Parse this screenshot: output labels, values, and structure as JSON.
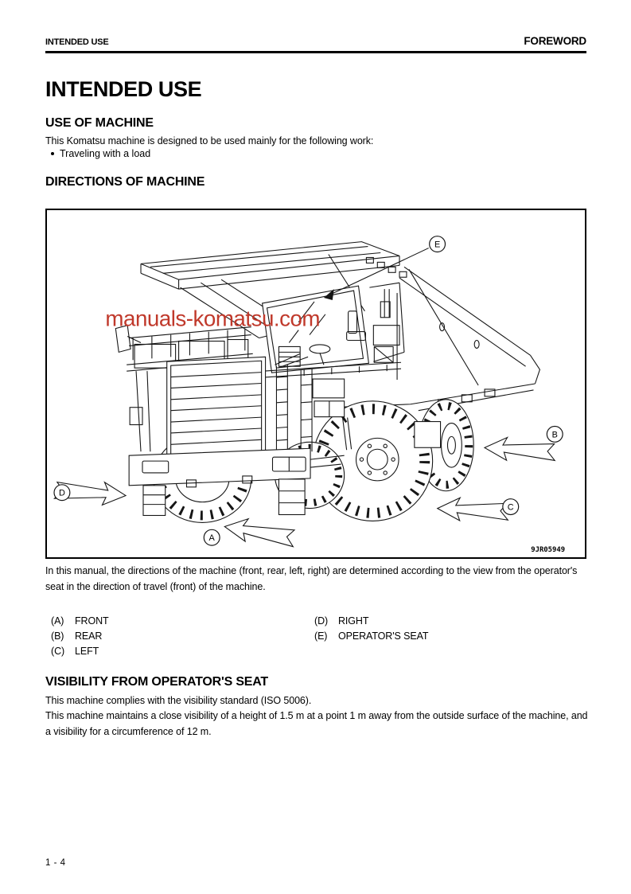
{
  "header": {
    "left": "INTENDED USE",
    "right": "FOREWORD"
  },
  "title": "INTENDED USE",
  "use_of_machine": {
    "heading": "USE OF MACHINE",
    "intro": "This Komatsu machine is designed to be used mainly for the following work:",
    "bullet": "Traveling with a load"
  },
  "directions": {
    "heading": "DIRECTIONS OF MACHINE",
    "figure": {
      "watermark": "manuals-komatsu.com",
      "code": "9JR05949",
      "labels": {
        "a": "A",
        "b": "B",
        "c": "C",
        "d": "D",
        "e": "E"
      }
    },
    "paragraph": "In this manual, the directions of the machine (front, rear, left, right) are determined according to the view from the operator's seat in the direction of travel (front) of the machine.",
    "legend": [
      {
        "key": "(A)",
        "label": "FRONT"
      },
      {
        "key": "(B)",
        "label": "REAR"
      },
      {
        "key": "(C)",
        "label": "LEFT"
      },
      {
        "key": "(D)",
        "label": "RIGHT"
      },
      {
        "key": "(E)",
        "label": "OPERATOR'S SEAT"
      }
    ]
  },
  "visibility": {
    "heading": "VISIBILITY FROM OPERATOR'S SEAT",
    "line1": "This machine complies with the visibility standard (ISO 5006).",
    "line2": "This machine maintains a close visibility of a height of 1.5 m at a point 1 m away from the outside surface of the machine, and a visibility for a circumference of 12 m."
  },
  "footer": {
    "page_number": "1 - 4"
  },
  "colors": {
    "ink": "#000000",
    "paper": "#ffffff",
    "watermark": "#c0392b"
  }
}
